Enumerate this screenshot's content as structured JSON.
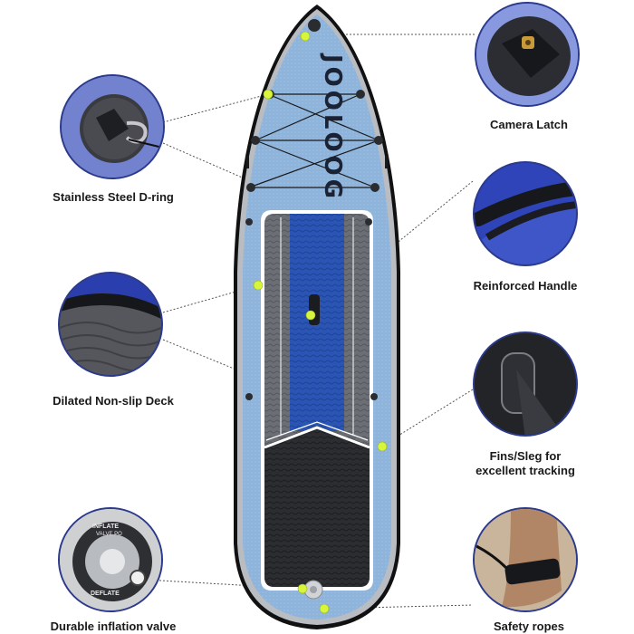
{
  "brand": "JOOLOOG",
  "colors": {
    "board_blue": "#8fb4dc",
    "deck_blue": "#2a55b5",
    "deck_grey": "#6b6e74",
    "deck_black": "#2b2d31",
    "circle_border": "#2c3a8c",
    "callout_dot": "#d7f53a"
  },
  "features": [
    {
      "id": "camera-latch",
      "label_lines": [
        "Camera Latch"
      ],
      "icon": "camera-mount-icon"
    },
    {
      "id": "d-ring",
      "label_lines": [
        "Stainless Steel D-ring"
      ],
      "icon": "d-ring-icon"
    },
    {
      "id": "handle",
      "label_lines": [
        "Reinforced Handle"
      ],
      "icon": "handle-icon"
    },
    {
      "id": "deck",
      "label_lines": [
        "Dilated Non-slip Deck"
      ],
      "icon": "deck-pad-icon"
    },
    {
      "id": "fins",
      "label_lines": [
        "Fins/Sleg for",
        "excellent tracking"
      ],
      "icon": "fin-icon"
    },
    {
      "id": "valve",
      "label_lines": [
        "Durable inflation valve"
      ],
      "icon": "valve-icon"
    },
    {
      "id": "ropes",
      "label_lines": [
        "Safety ropes"
      ],
      "icon": "leash-icon"
    }
  ],
  "valve_text": {
    "top": "INFLATE",
    "sub": "VALVE PO",
    "bottom": "DEFLATE"
  }
}
